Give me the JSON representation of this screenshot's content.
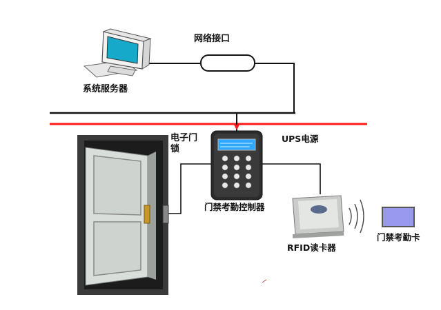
{
  "labels": {
    "server": "系统服务器",
    "network_port": "网络接口",
    "electronic_lock_line1": "电子门",
    "electronic_lock_line2": "锁",
    "ups_power": "UPS电源",
    "controller": "门禁考勤控制器",
    "rfid_reader": "RFID读卡器",
    "card": "门禁考勤卡"
  },
  "colors": {
    "power_line": "#ff1a1a",
    "network_line": "#111111",
    "card_fill": "#9999ee",
    "controller_screen": "#2fa7ff"
  },
  "icons": {
    "server": "desktop-computer-icon",
    "door": "door-icon",
    "controller": "keypad-controller-icon",
    "reader": "rfid-reader-icon",
    "card": "access-card-icon",
    "waves": "wireless-signal-icon"
  }
}
